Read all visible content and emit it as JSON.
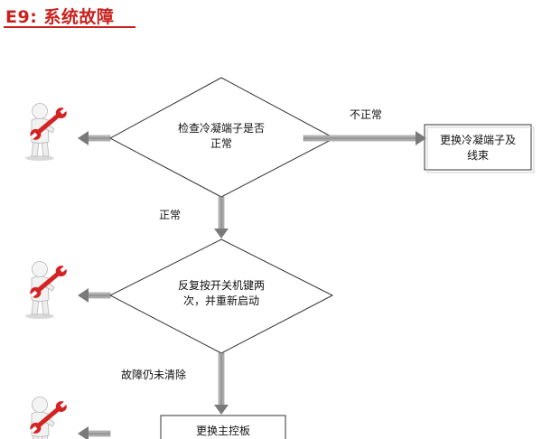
{
  "title": "E9: 系统故障",
  "nodes": {
    "decision1": {
      "line1": "检查冷凝端子是否",
      "line2": "正常"
    },
    "action1": {
      "line1": "更换冷凝端子及",
      "line2": "线束"
    },
    "decision2": {
      "line1": "反复按开关机键两",
      "line2": "次，并重新启动"
    },
    "action2": {
      "line1": "更换主控板"
    }
  },
  "edges": {
    "abnormal": "不正常",
    "normal": "正常",
    "fault_persists": "故障仍未清除"
  },
  "colors": {
    "title": "#c9211e",
    "figure_body": "#f2f2f2",
    "wrench": "#d42323",
    "arrow": "#a9a9a9"
  },
  "icons": [
    "repair-worker-icon",
    "repair-worker-icon",
    "repair-worker-icon"
  ]
}
